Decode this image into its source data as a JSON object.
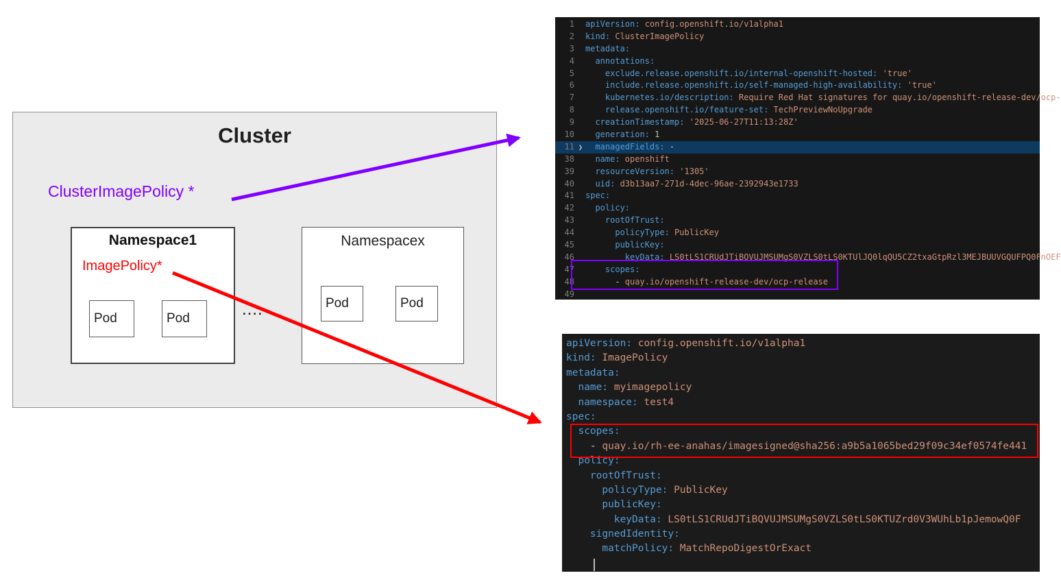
{
  "colors": {
    "purple": "#8000ff",
    "red": "#ff0000",
    "yaml_key": "#569cd6",
    "yaml_value": "#ce9178",
    "yaml_number": "#b5cea8"
  },
  "diagram": {
    "cluster_label": "Cluster",
    "cluster_image_policy_label": "ClusterImagePolicy *",
    "ellipsis": "….",
    "namespace1": {
      "label": "Namespace1",
      "image_policy_label": "ImagePolicy*",
      "pods": [
        "Pod",
        "Pod"
      ]
    },
    "namespacex": {
      "label": "Namespacex",
      "pods": [
        "Pod",
        "Pod"
      ]
    }
  },
  "cluster_image_policy_yaml": {
    "lines": [
      {
        "num": "1",
        "seg": [
          {
            "t": "apiVersion:",
            "c": "k"
          },
          {
            "t": " config.openshift.io/v1alpha1",
            "c": "s"
          }
        ]
      },
      {
        "num": "2",
        "seg": [
          {
            "t": "kind:",
            "c": "k"
          },
          {
            "t": " ClusterImagePolicy",
            "c": "s"
          }
        ]
      },
      {
        "num": "3",
        "seg": [
          {
            "t": "metadata:",
            "c": "k"
          }
        ]
      },
      {
        "num": "4",
        "seg": [
          {
            "t": "  annotations:",
            "c": "k"
          }
        ]
      },
      {
        "num": "5",
        "seg": [
          {
            "t": "    exclude.release.openshift.io/internal-openshift-hosted:",
            "c": "k"
          },
          {
            "t": " 'true'",
            "c": "s"
          }
        ]
      },
      {
        "num": "6",
        "seg": [
          {
            "t": "    include.release.openshift.io/self-managed-high-availability:",
            "c": "k"
          },
          {
            "t": " 'true'",
            "c": "s"
          }
        ]
      },
      {
        "num": "7",
        "seg": [
          {
            "t": "    kubernetes.io/description:",
            "c": "k"
          },
          {
            "t": " Require Red Hat signatures for quay.io/openshift-release-dev/ocp-",
            "c": "s"
          }
        ]
      },
      {
        "num": "8",
        "seg": [
          {
            "t": "    release.openshift.io/feature-set:",
            "c": "k"
          },
          {
            "t": " TechPreviewNoUpgrade",
            "c": "s"
          }
        ]
      },
      {
        "num": "9",
        "seg": [
          {
            "t": "  creationTimestamp:",
            "c": "k"
          },
          {
            "t": " '2025-06-27T11:13:28Z'",
            "c": "s"
          }
        ]
      },
      {
        "num": "10",
        "seg": [
          {
            "t": "  generation:",
            "c": "k"
          },
          {
            "t": " 1",
            "c": "n"
          }
        ]
      },
      {
        "num": "11",
        "fold": true,
        "selected": true,
        "seg": [
          {
            "t": "  managedFields:",
            "c": "k"
          },
          {
            "t": " -",
            "c": "w"
          }
        ]
      },
      {
        "num": "38",
        "seg": [
          {
            "t": "  name:",
            "c": "k"
          },
          {
            "t": " openshift",
            "c": "s"
          }
        ]
      },
      {
        "num": "39",
        "seg": [
          {
            "t": "  resourceVersion:",
            "c": "k"
          },
          {
            "t": " '1305'",
            "c": "s"
          }
        ]
      },
      {
        "num": "40",
        "seg": [
          {
            "t": "  uid:",
            "c": "k"
          },
          {
            "t": " d3b13aa7-271d-4dec-96ae-2392943e1733",
            "c": "s"
          }
        ]
      },
      {
        "num": "41",
        "seg": [
          {
            "t": "spec:",
            "c": "k"
          }
        ]
      },
      {
        "num": "42",
        "seg": [
          {
            "t": "  policy:",
            "c": "k"
          }
        ]
      },
      {
        "num": "43",
        "seg": [
          {
            "t": "    rootOfTrust:",
            "c": "k"
          }
        ]
      },
      {
        "num": "44",
        "seg": [
          {
            "t": "      policyType:",
            "c": "k"
          },
          {
            "t": " PublicKey",
            "c": "s"
          }
        ]
      },
      {
        "num": "45",
        "seg": [
          {
            "t": "      publicKey:",
            "c": "k"
          }
        ]
      },
      {
        "num": "46",
        "seg": [
          {
            "t": "        keyData:",
            "c": "k"
          },
          {
            "t": " LS0tLS1CRUdJTiBQVUJMSUMgS0VZLS0tLS0KTUlJQ0lqQU5CZ2txaGtpRzl3MEJBUUVGQUFPQ0FnOEF",
            "c": "s"
          }
        ]
      },
      {
        "num": "47",
        "seg": [
          {
            "t": "    scopes:",
            "c": "k"
          }
        ]
      },
      {
        "num": "48",
        "seg": [
          {
            "t": "      - ",
            "c": "w"
          },
          {
            "t": "quay.io/openshift-release-dev/ocp-release",
            "c": "s"
          }
        ]
      },
      {
        "num": "49",
        "seg": []
      }
    ]
  },
  "image_policy_yaml": {
    "lines": [
      {
        "seg": [
          {
            "t": "apiVersion:",
            "c": "k"
          },
          {
            "t": " config.openshift.io/v1alpha1",
            "c": "s"
          }
        ]
      },
      {
        "seg": [
          {
            "t": "kind:",
            "c": "k"
          },
          {
            "t": " ImagePolicy",
            "c": "s"
          }
        ]
      },
      {
        "seg": [
          {
            "t": "metadata:",
            "c": "k"
          }
        ]
      },
      {
        "seg": [
          {
            "t": "  name:",
            "c": "k"
          },
          {
            "t": " myimagepolicy",
            "c": "s"
          }
        ]
      },
      {
        "seg": [
          {
            "t": "  namespace:",
            "c": "k"
          },
          {
            "t": " test4",
            "c": "s"
          }
        ]
      },
      {
        "seg": [
          {
            "t": "spec:",
            "c": "k"
          }
        ]
      },
      {
        "seg": [
          {
            "t": "  scopes:",
            "c": "k"
          }
        ]
      },
      {
        "seg": [
          {
            "t": "    - ",
            "c": "w"
          },
          {
            "t": "quay.io/rh-ee-anahas/imagesigned@sha256:a9b5a1065bed29f09c34ef0574fe441",
            "c": "s"
          }
        ]
      },
      {
        "seg": [
          {
            "t": "  policy:",
            "c": "k"
          }
        ]
      },
      {
        "seg": [
          {
            "t": "    rootOfTrust:",
            "c": "k"
          }
        ]
      },
      {
        "seg": [
          {
            "t": "      policyType:",
            "c": "k"
          },
          {
            "t": " PublicKey",
            "c": "s"
          }
        ]
      },
      {
        "seg": [
          {
            "t": "      publicKey:",
            "c": "k"
          }
        ]
      },
      {
        "seg": [
          {
            "t": "        keyData:",
            "c": "k"
          },
          {
            "t": " LS0tLS1CRUdJTiBQVUJMSUMgS0VZLS0tLS0KTUZrd0V3WUhLb1pJemowQ0F",
            "c": "s"
          }
        ]
      },
      {
        "seg": [
          {
            "t": "    signedIdentity:",
            "c": "k"
          }
        ]
      },
      {
        "seg": [
          {
            "t": "      matchPolicy:",
            "c": "k"
          },
          {
            "t": " MatchRepoDigestOrExact",
            "c": "s"
          }
        ]
      },
      {
        "seg": []
      }
    ]
  }
}
